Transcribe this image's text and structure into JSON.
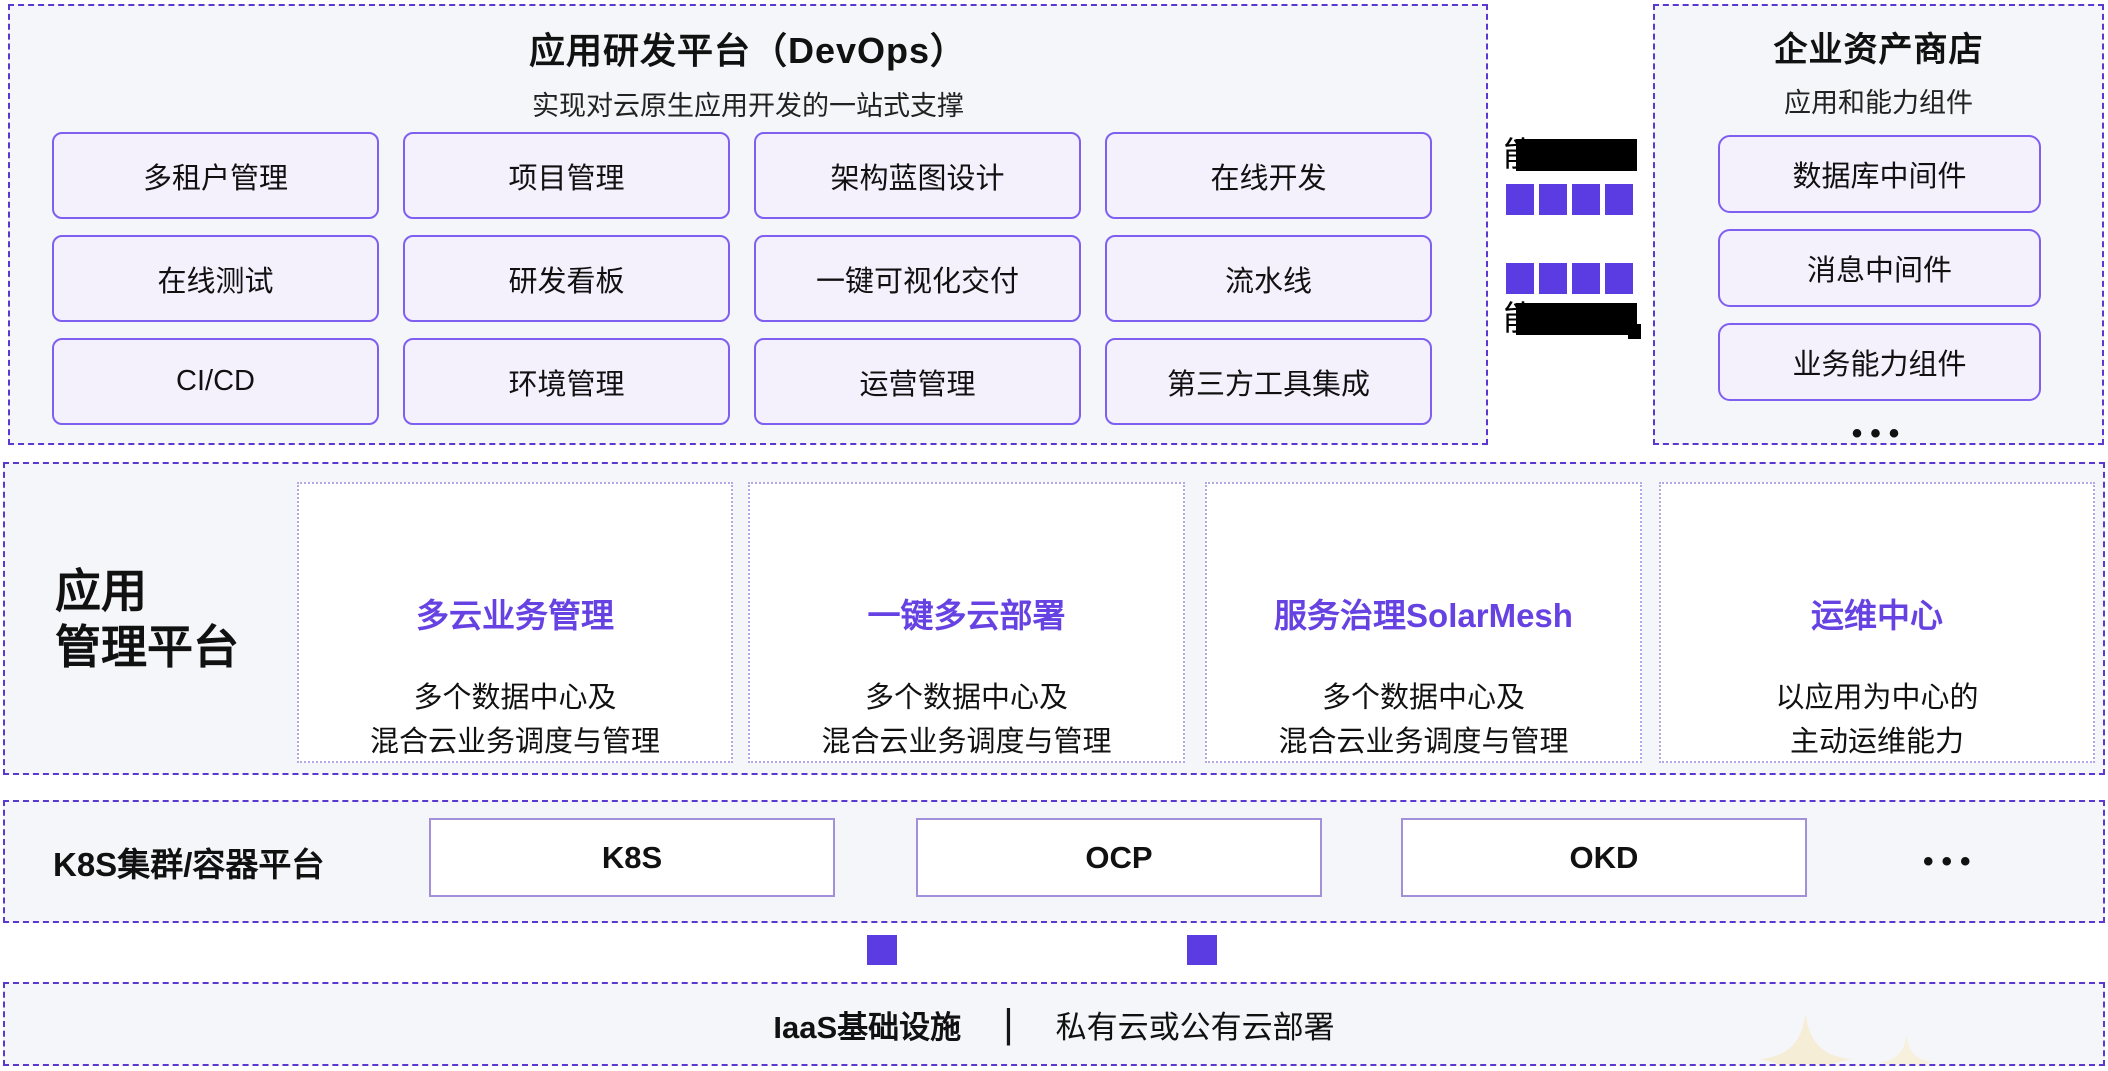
{
  "colors": {
    "section_background": "#f5f6f9",
    "dashed_border": "#5b38cf",
    "button_fill": "#f4f1fd",
    "button_border": "#7f5ff0",
    "card_border": "#b4a7e6",
    "container_box_border": "#a291da",
    "accent_purple": "#5b3be2",
    "card_title_purple": "#6742e2",
    "redaction_black": "#000000",
    "sparkle_cream": "#f5edd6"
  },
  "devops": {
    "title": "应用研发平台（DevOps）",
    "subtitle": "实现对云原生应用开发的一站式支撑",
    "buttons": [
      "多租户管理",
      "项目管理",
      "架构蓝图设计",
      "在线开发",
      "在线测试",
      "研发看板",
      "一键可视化交付",
      "流水线",
      "CI/CD",
      "环境管理",
      "运营管理",
      "第三方工具集成"
    ]
  },
  "bridge": {
    "top_visible_char": "能",
    "bottom_visible_char": "能",
    "squares_per_row": 4
  },
  "asset_store": {
    "title": "企业资产商店",
    "subtitle": "应用和能力组件",
    "items": [
      "数据库中间件",
      "消息中间件",
      "业务能力组件"
    ],
    "more": "•••"
  },
  "app_mgmt": {
    "label_line1": "应用",
    "label_line2": "管理平台",
    "cards": [
      {
        "title": "多云业务管理",
        "desc_line1": "多个数据中心及",
        "desc_line2": "混合云业务调度与管理"
      },
      {
        "title": "一键多云部署",
        "desc_line1": "多个数据中心及",
        "desc_line2": "混合云业务调度与管理"
      },
      {
        "title": "服务治理SolarMesh",
        "desc_line1": "多个数据中心及",
        "desc_line2": "混合云业务调度与管理"
      },
      {
        "title": "运维中心",
        "desc_line1": "以应用为中心的",
        "desc_line2": "主动运维能力"
      }
    ]
  },
  "container_platform": {
    "label": "K8S集群/容器平台",
    "boxes": [
      "K8S",
      "OCP",
      "OKD"
    ],
    "more": "•••"
  },
  "iaas": {
    "label": "IaaS基础设施",
    "separator": "|",
    "description": "私有云或公有云部署"
  }
}
